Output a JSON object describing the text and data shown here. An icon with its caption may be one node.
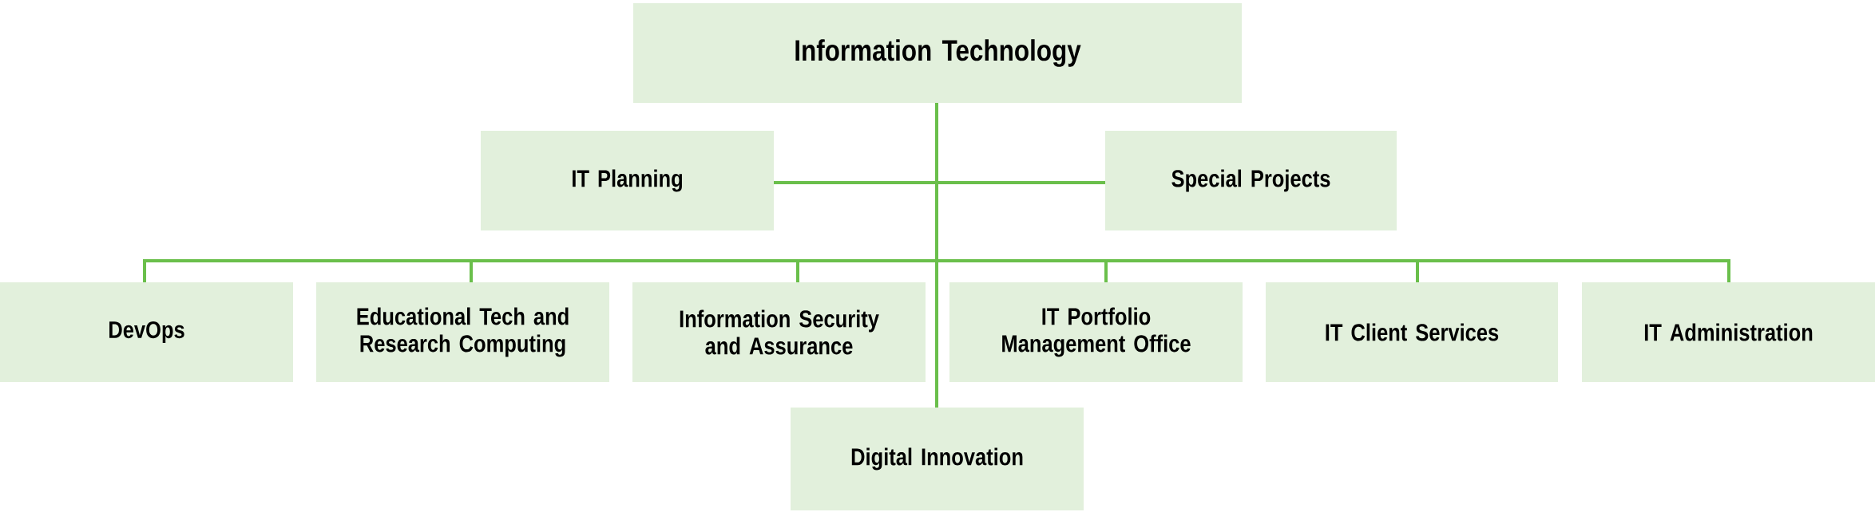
{
  "diagram": {
    "nodes": [
      {
        "text": [
          "Information Technology"
        ]
      },
      {
        "text": [
          "IT Planning"
        ]
      },
      {
        "text": [
          "Special Projects"
        ]
      },
      {
        "text": [
          "DevOps"
        ]
      },
      {
        "text": [
          "Educational Tech and Research Computing"
        ]
      },
      {
        "text": [
          "Information Security and Assurance"
        ]
      },
      {
        "text": [
          "IT Portfolio Management Office"
        ]
      },
      {
        "text": [
          "IT Client Services"
        ]
      },
      {
        "text": [
          "IT Administration"
        ]
      },
      {
        "text": [
          "Digital Innovation"
        ]
      }
    ],
    "edges": [
      {
        "from": 0,
        "to": 1,
        "arrow": "none"
      },
      {
        "from": 0,
        "to": 2,
        "arrow": "none"
      },
      {
        "from": 0,
        "to": 3,
        "arrow": "none"
      },
      {
        "from": 0,
        "to": 4,
        "arrow": "none"
      },
      {
        "from": 0,
        "to": 5,
        "arrow": "none"
      },
      {
        "from": 0,
        "to": 6,
        "arrow": "none"
      },
      {
        "from": 0,
        "to": 7,
        "arrow": "none"
      },
      {
        "from": 0,
        "to": 8,
        "arrow": "none"
      },
      {
        "from": 0,
        "to": 9,
        "arrow": "none"
      }
    ]
  }
}
